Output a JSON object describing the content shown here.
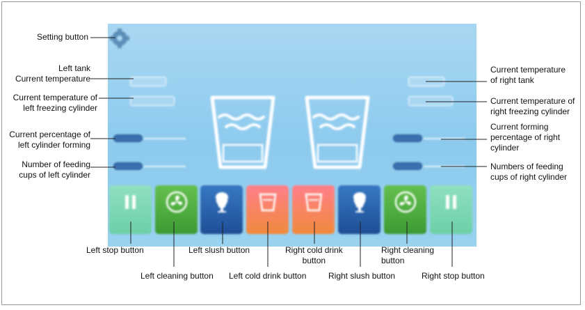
{
  "annotations": {
    "setting_button": "Setting button",
    "left_tank_temp": [
      "Left tank",
      "Current temperature"
    ],
    "left_cylinder_temp": [
      "Current temperature of",
      "left freezing cylinder"
    ],
    "left_forming": [
      "Current percentage of",
      "left cylinder forming"
    ],
    "left_cups": [
      "Number of feeding",
      "cups of left cylinder"
    ],
    "right_tank_temp": [
      "Current temperature",
      "of right tank"
    ],
    "right_cylinder_temp": [
      "Current temperature of",
      "right freezing cylinder"
    ],
    "right_forming": [
      "Current forming",
      "percentage of right",
      "cylinder"
    ],
    "right_cups": [
      "Numbers of feeding",
      "cups of right cylinder"
    ],
    "left_stop_button": "Left stop button",
    "left_cleaning_button": "Left cleaning button",
    "left_slush_button": "Left slush button",
    "left_cold_drink_button": "Left cold drink button",
    "right_cold_drink_button": [
      "Right cold drink",
      "button"
    ],
    "right_slush_button": "Right slush button",
    "right_cleaning_button": [
      "Right cleaning",
      "button"
    ],
    "right_stop_button": "Right stop button"
  },
  "colors": {
    "screen_top": "#a9d7f2",
    "stop": "#6ccfa7",
    "clean": "#3d9a33",
    "slush": "#1f4e95",
    "cold_drink": "#f08a3c"
  },
  "icons": {
    "setting": "gear-icon",
    "stop": "pause-icon",
    "clean": "fan-icon",
    "slush": "slush-cup-icon",
    "cold_drink": "cold-drink-icon"
  }
}
